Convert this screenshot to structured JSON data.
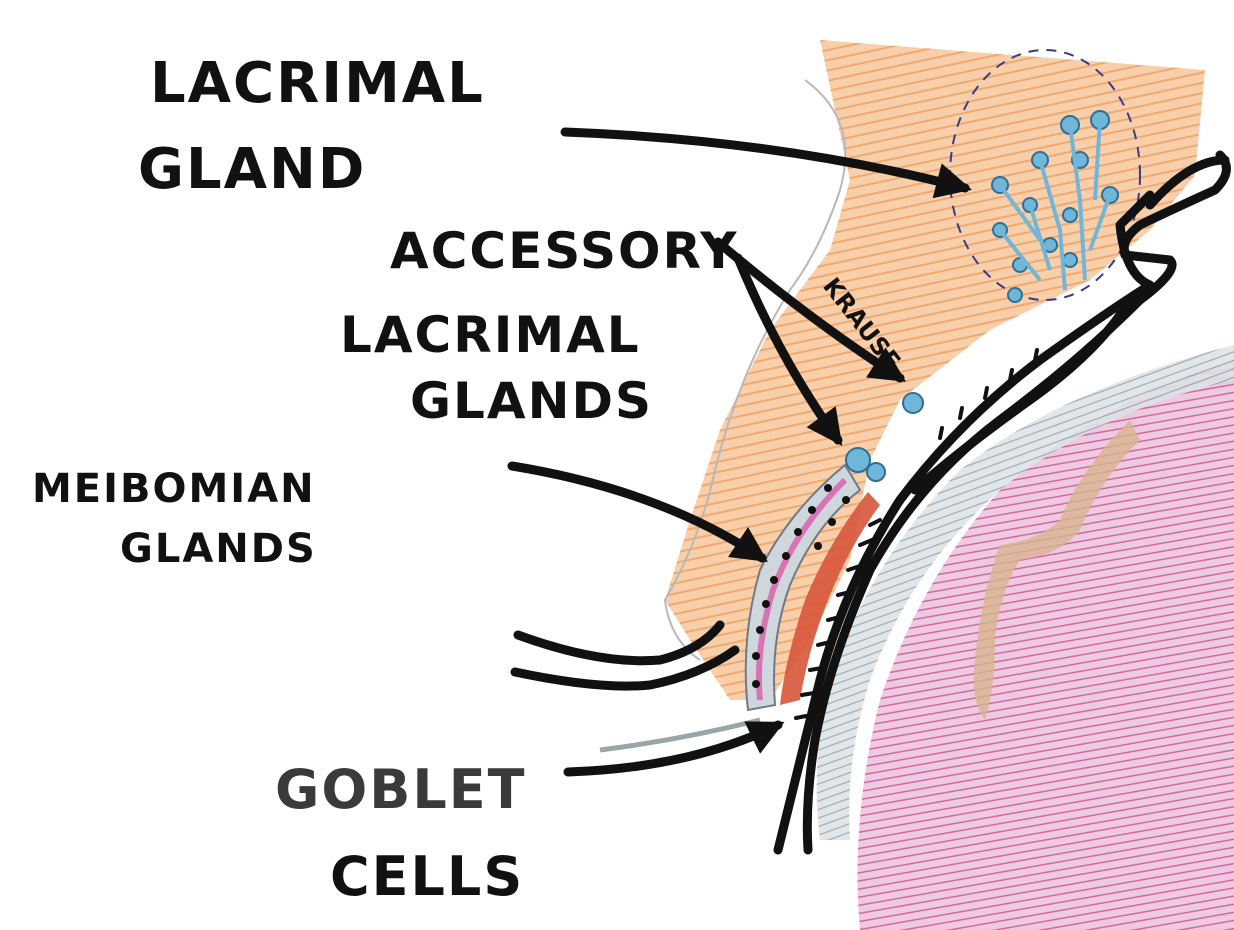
{
  "labels": {
    "lacrimal_gland": [
      "LACRIMAL",
      "GLAND"
    ],
    "accessory_lacrimal_glands": [
      "ACCESSORY",
      "LACRIMAL",
      "GLANDS"
    ],
    "meibomian_glands": [
      "MEIBOMIAN",
      "GLANDS"
    ],
    "goblet_cells": [
      "GOBLET",
      "CELLS"
    ],
    "krause": "KRAUSE"
  },
  "colors": {
    "orbit_tissue": "#f0a35c",
    "lacrimal_gland": "#6fb6d9",
    "meibomian_band": "#b9c3cc",
    "conjunctiva_red": "#d8553a",
    "eyeball": "#c8589a",
    "sclera_grey": "#9aa5aa",
    "muscle_tan": "#c69a6a",
    "skin_pink": "#d774b5",
    "ink": "#111111"
  }
}
